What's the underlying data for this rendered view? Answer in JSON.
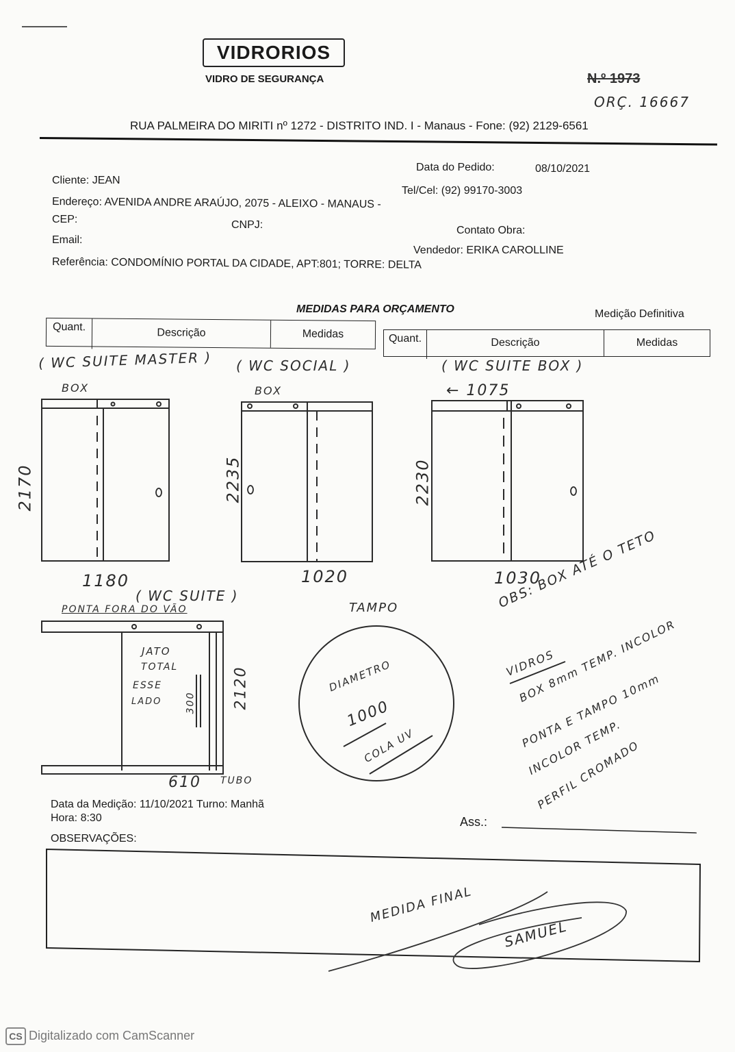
{
  "header": {
    "brand": "VIDRORIOS",
    "tagline": "VIDRO DE SEGURANÇA",
    "number": "N.º 1973",
    "orc_note": "ORÇ. 16667",
    "address": "RUA PALMEIRA DO MIRITI nº 1272 - DISTRITO IND. I - Manaus - Fone: (92) 2129-6561"
  },
  "client": {
    "data_pedido_label": "Data do Pedido:",
    "data_pedido": "08/10/2021",
    "cliente": "Cliente: JEAN",
    "telcel": "Tel/Cel: (92) 99170-3003",
    "endereco": "Endereço: AVENIDA ANDRE ARAÚJO, 2075 - ALEIXO - MANAUS -",
    "cep": "CEP:",
    "cnpj": "CNPJ:",
    "contato_obra": "Contato Obra:",
    "email": "Email:",
    "vendedor": "Vendedor: ERIKA CAROLLINE",
    "referencia": "Referência: CONDOMÍNIO PORTAL DA CIDADE, APT:801; TORRE: DELTA"
  },
  "section": {
    "title": "MEDIDAS PARA ORÇAMENTO",
    "medicao": "Medição Definitiva",
    "col_quant": "Quant.",
    "col_desc": "Descrição",
    "col_medidas": "Medidas"
  },
  "sketches": {
    "wc1_title": "( WC SUITE MASTER )",
    "wc1_box": "BOX",
    "wc1_height": "2170",
    "wc1_width": "1180",
    "wc2_title": "( WC SOCIAL )",
    "wc2_box": "BOX",
    "wc2_height": "2235",
    "wc2_width": "1020",
    "wc3_title": "( WC SUITE BOX )",
    "wc3_top": "← 1075",
    "wc3_height": "2230",
    "wc3_width": "1030",
    "wc4_title": "( WC SUITE )",
    "wc4_sub": "PONTA FORA DO VÃO",
    "wc4_note1": "JATO",
    "wc4_note2": "TOTAL",
    "wc4_note3": "ESSE",
    "wc4_note4": "LADO",
    "wc4_handle": "300",
    "wc4_height": "2120",
    "wc4_width": "610",
    "wc4_tubo": "TUBO",
    "tampo_title": "TAMPO",
    "tampo_diam_label": "DIAMETRO",
    "tampo_diam": "1000",
    "tampo_cola": "COLA UV",
    "obs1": "OBS: BOX ATÉ O TETO",
    "obs2": "VIDROS",
    "obs3": "BOX 8mm TEMP. INCOLOR",
    "obs4": "PONTA E TAMPO 10mm",
    "obs5": "INCOLOR TEMP.",
    "obs6": "PERFIL CROMADO"
  },
  "footer": {
    "data_medicao": "Data da Medição: 11/10/2021  Turno: Manhã",
    "hora": "Hora: 8:30",
    "ass": "Ass.:",
    "observacoes": "OBSERVAÇÕES:",
    "medida_final": "MEDIDA FINAL",
    "signature": "SAMUEL"
  },
  "scanner": {
    "badge": "CS",
    "text": "Digitalizado com CamScanner"
  }
}
